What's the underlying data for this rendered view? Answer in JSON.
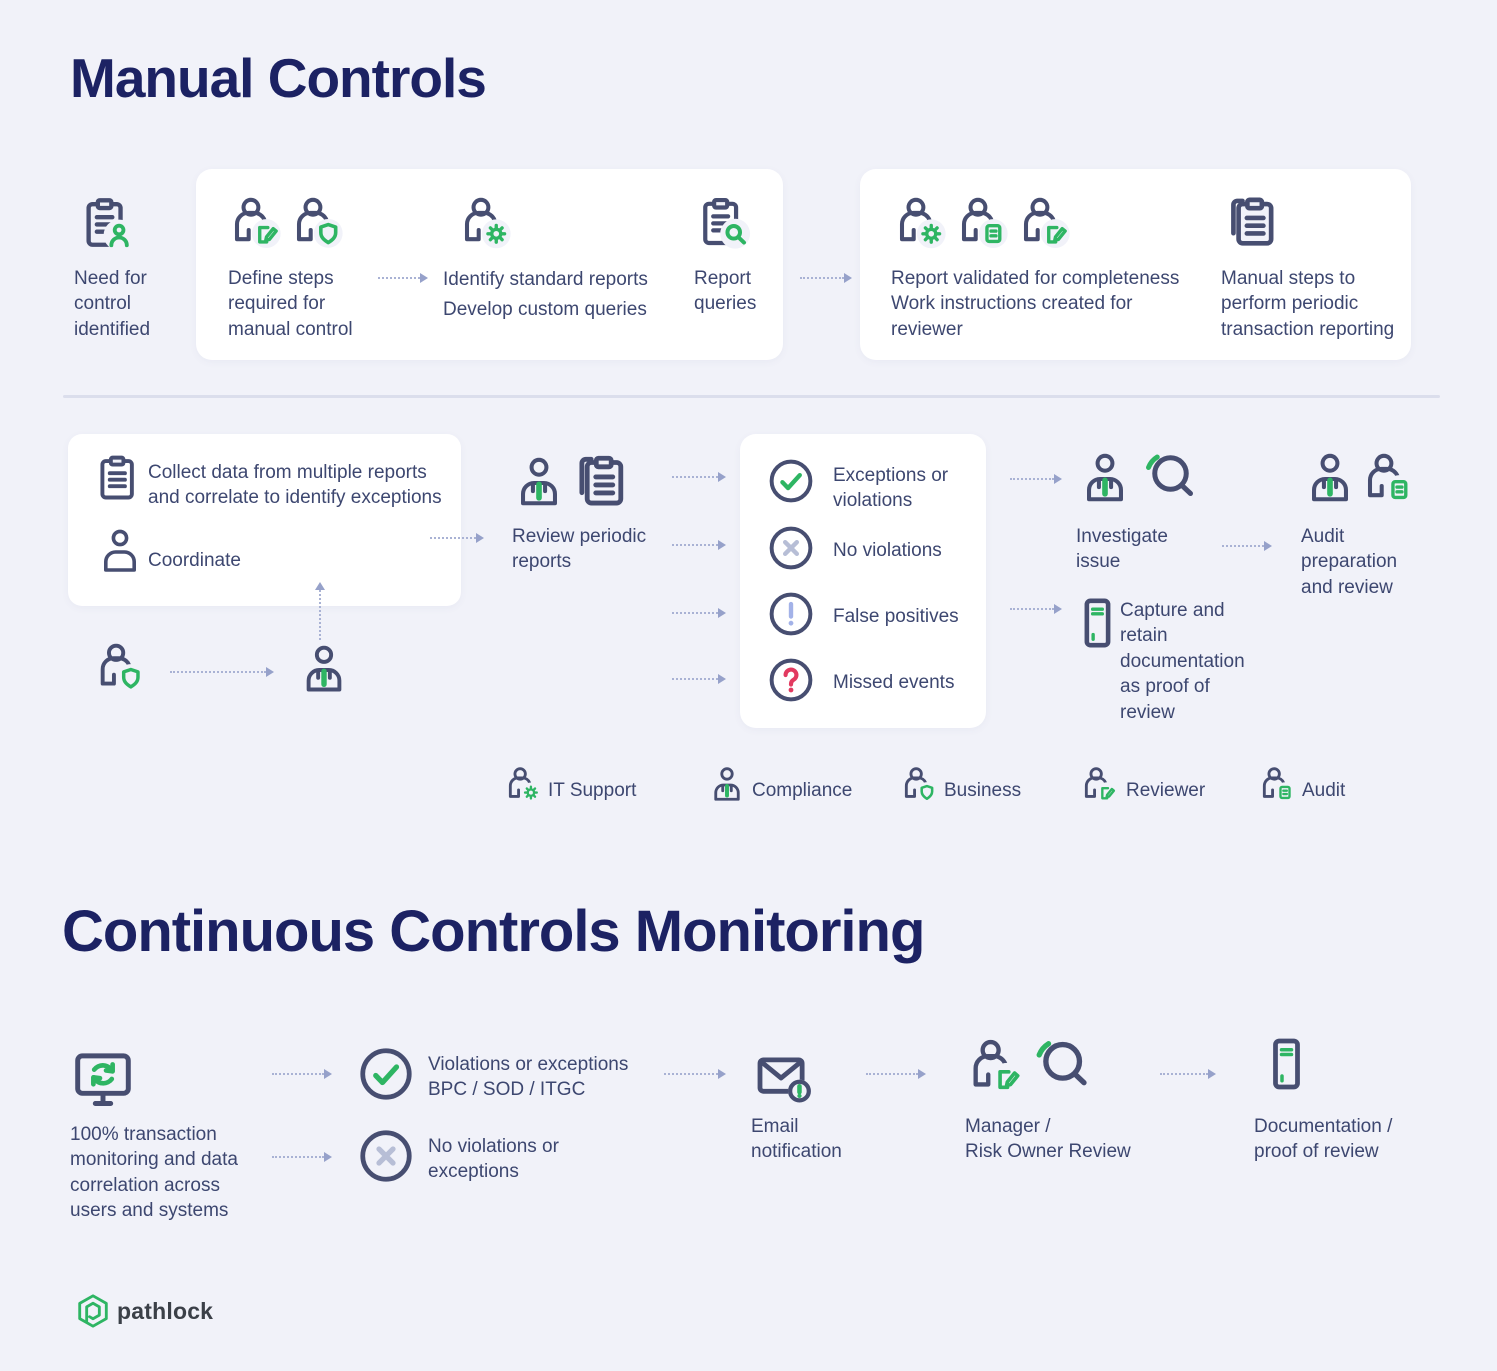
{
  "colors": {
    "background": "#f1f2f9",
    "card": "#ffffff",
    "icon_navy": "#474e71",
    "text_navy": "#3d4770",
    "title_navy": "#1c2263",
    "green": "#2eb563",
    "muted_x": "#b7bed6",
    "periwinkle_exclaim": "#a3b2e8",
    "crimson_question": "#e23a60",
    "arrow_dots": "#a9b2d4"
  },
  "manual": {
    "title": "Manual Controls",
    "need_for_control": "Need for control identified",
    "define_steps": "Define steps required for manual control",
    "identify_reports": "Identify standard reports",
    "develop_queries": "Develop custom queries",
    "report_queries": "Report queries",
    "report_validated": "Report validated for completeness\nWork instructions created for reviewer",
    "manual_steps": "Manual steps to perform periodic transaction reporting",
    "collect_data": "Collect data from multiple reports and correlate to identify exceptions",
    "coordinate": "Coordinate",
    "review_reports": "Review periodic reports",
    "outcomes": [
      {
        "label": "Exceptions or violations",
        "icon": "circle-check"
      },
      {
        "label": "No violations",
        "icon": "circle-x"
      },
      {
        "label": "False positives",
        "icon": "circle-exclaim"
      },
      {
        "label": "Missed events",
        "icon": "circle-question"
      }
    ],
    "investigate": "Investigate issue",
    "audit_prep": "Audit preparation and review",
    "capture": "Capture and retain documentation as proof of review",
    "legend": [
      {
        "label": "IT Support",
        "icon": "person-gear"
      },
      {
        "label": "Compliance",
        "icon": "person-tie"
      },
      {
        "label": "Business",
        "icon": "person-shield"
      },
      {
        "label": "Reviewer",
        "icon": "person-edit"
      },
      {
        "label": "Audit",
        "icon": "person-doc"
      }
    ]
  },
  "ccm": {
    "title": "Continuous Controls Monitoring",
    "monitoring": "100% transaction monitoring and data correlation across users and systems",
    "violations": "Violations or exceptions\nBPC / SOD / ITGC",
    "no_violations": "No violations or\nexceptions",
    "email": "Email notification",
    "manager": "Manager /\nRisk Owner Review",
    "documentation": "Documentation /\nproof of review"
  },
  "footer": {
    "brand": "pathlock"
  }
}
